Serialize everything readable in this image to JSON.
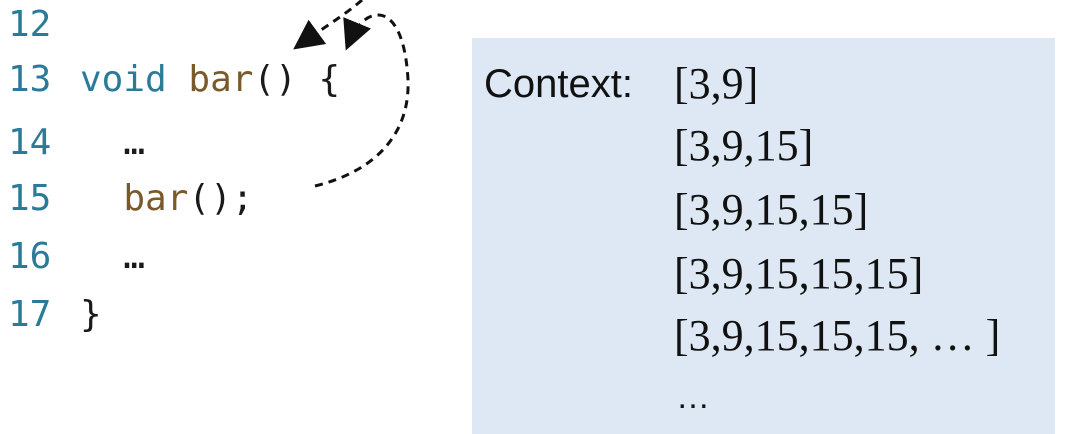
{
  "code": {
    "lines": [
      {
        "num": "12",
        "parts": []
      },
      {
        "num": "13",
        "parts": [
          {
            "t": "void",
            "c": "kw"
          },
          {
            "t": " ",
            "c": "plain"
          },
          {
            "t": "bar",
            "c": "fn"
          },
          {
            "t": "() {",
            "c": "plain"
          }
        ]
      },
      {
        "num": "14",
        "parts": [
          {
            "t": "  …",
            "c": "plain"
          }
        ]
      },
      {
        "num": "15",
        "parts": [
          {
            "t": "  ",
            "c": "plain"
          },
          {
            "t": "bar",
            "c": "fn"
          },
          {
            "t": "();",
            "c": "plain"
          }
        ]
      },
      {
        "num": "16",
        "parts": [
          {
            "t": "  …",
            "c": "plain"
          }
        ]
      },
      {
        "num": "17",
        "parts": [
          {
            "t": "}",
            "c": "plain"
          }
        ]
      }
    ]
  },
  "context": {
    "label": "Context:",
    "items": [
      "[3,9]",
      "[3,9,15]",
      "[3,9,15,15]",
      "[3,9,15,15,15]",
      "[3,9,15,15,15, … ]"
    ],
    "ellipsis": "…"
  },
  "colors": {
    "line_number": "#2b7a99",
    "keyword": "#2b7a99",
    "function_name": "#7a5a2a",
    "context_box": "#dde8f4",
    "arrow": "#111111"
  }
}
